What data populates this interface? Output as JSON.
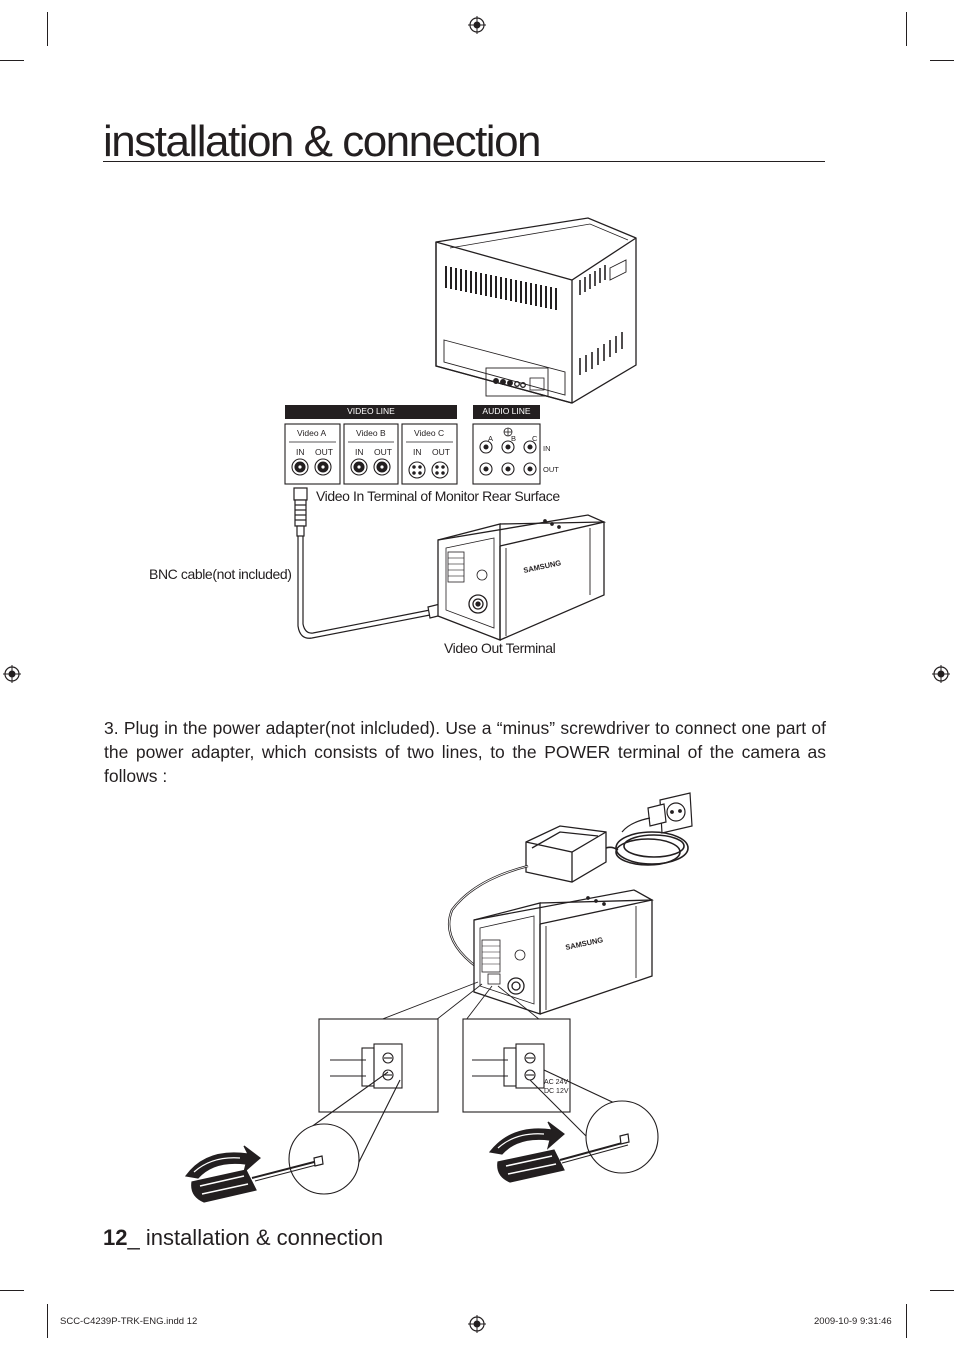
{
  "page": {
    "title": "installation & connection",
    "figure1": {
      "video_line_header": "VIDEO LINE",
      "audio_line_header": "AUDIO LINE",
      "video_channels": [
        "Video A",
        "Video B",
        "Video C"
      ],
      "port_in": "IN",
      "port_out": "OUT",
      "audio_channels": [
        "A",
        "B",
        "C"
      ],
      "audio_in": "IN",
      "audio_out": "OUT",
      "brand": "SAMSUNG",
      "label_monitor_terminal": "Video In Terminal of Monitor Rear Surface",
      "label_bnc_cable": "BNC cable(not included)",
      "label_video_out": "Video Out Terminal"
    },
    "step3": {
      "text": "3.  Plug in the power adapter(not inlcluded). Use a “minus” screwdriver to connect one part of the power adapter, which consists of two lines, to the POWER terminal of the camera as follows :"
    },
    "figure2": {
      "brand": "SAMSUNG",
      "power_label_ac": "AC 24V",
      "power_label_dc": "DC 12V"
    },
    "footer": {
      "page_number": "12",
      "section_title": "_ installation & connection",
      "file_name": "SCC-C4239P-TRK-ENG.indd   12",
      "timestamp": "2009-10-9   9:31:46"
    }
  }
}
